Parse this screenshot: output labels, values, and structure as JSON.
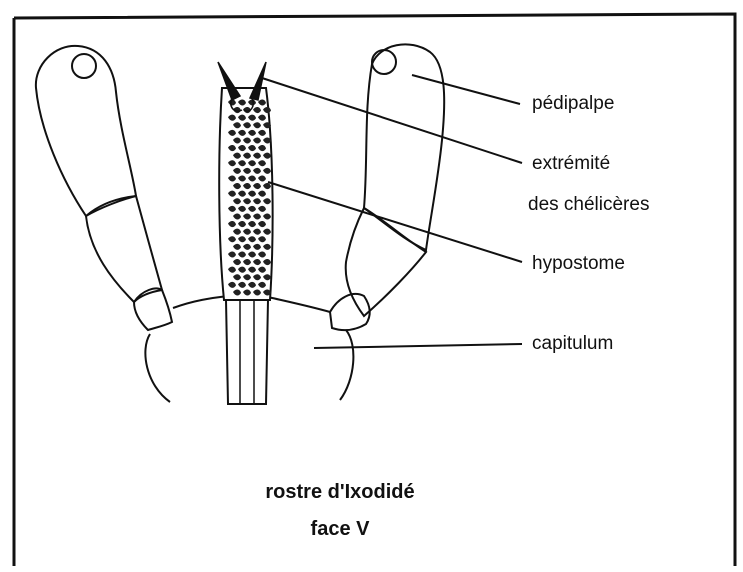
{
  "labels": {
    "pedipalpe": "pédipalpe",
    "chelicere_line1": "extrémité",
    "chelicere_line2": "des chélicères",
    "hypostome": "hypostome",
    "capitulum": "capitulum"
  },
  "caption": {
    "line1": "rostre d'Ixodidé",
    "line2": "face V"
  },
  "colors": {
    "ink": "#111111",
    "background": "#ffffff"
  }
}
